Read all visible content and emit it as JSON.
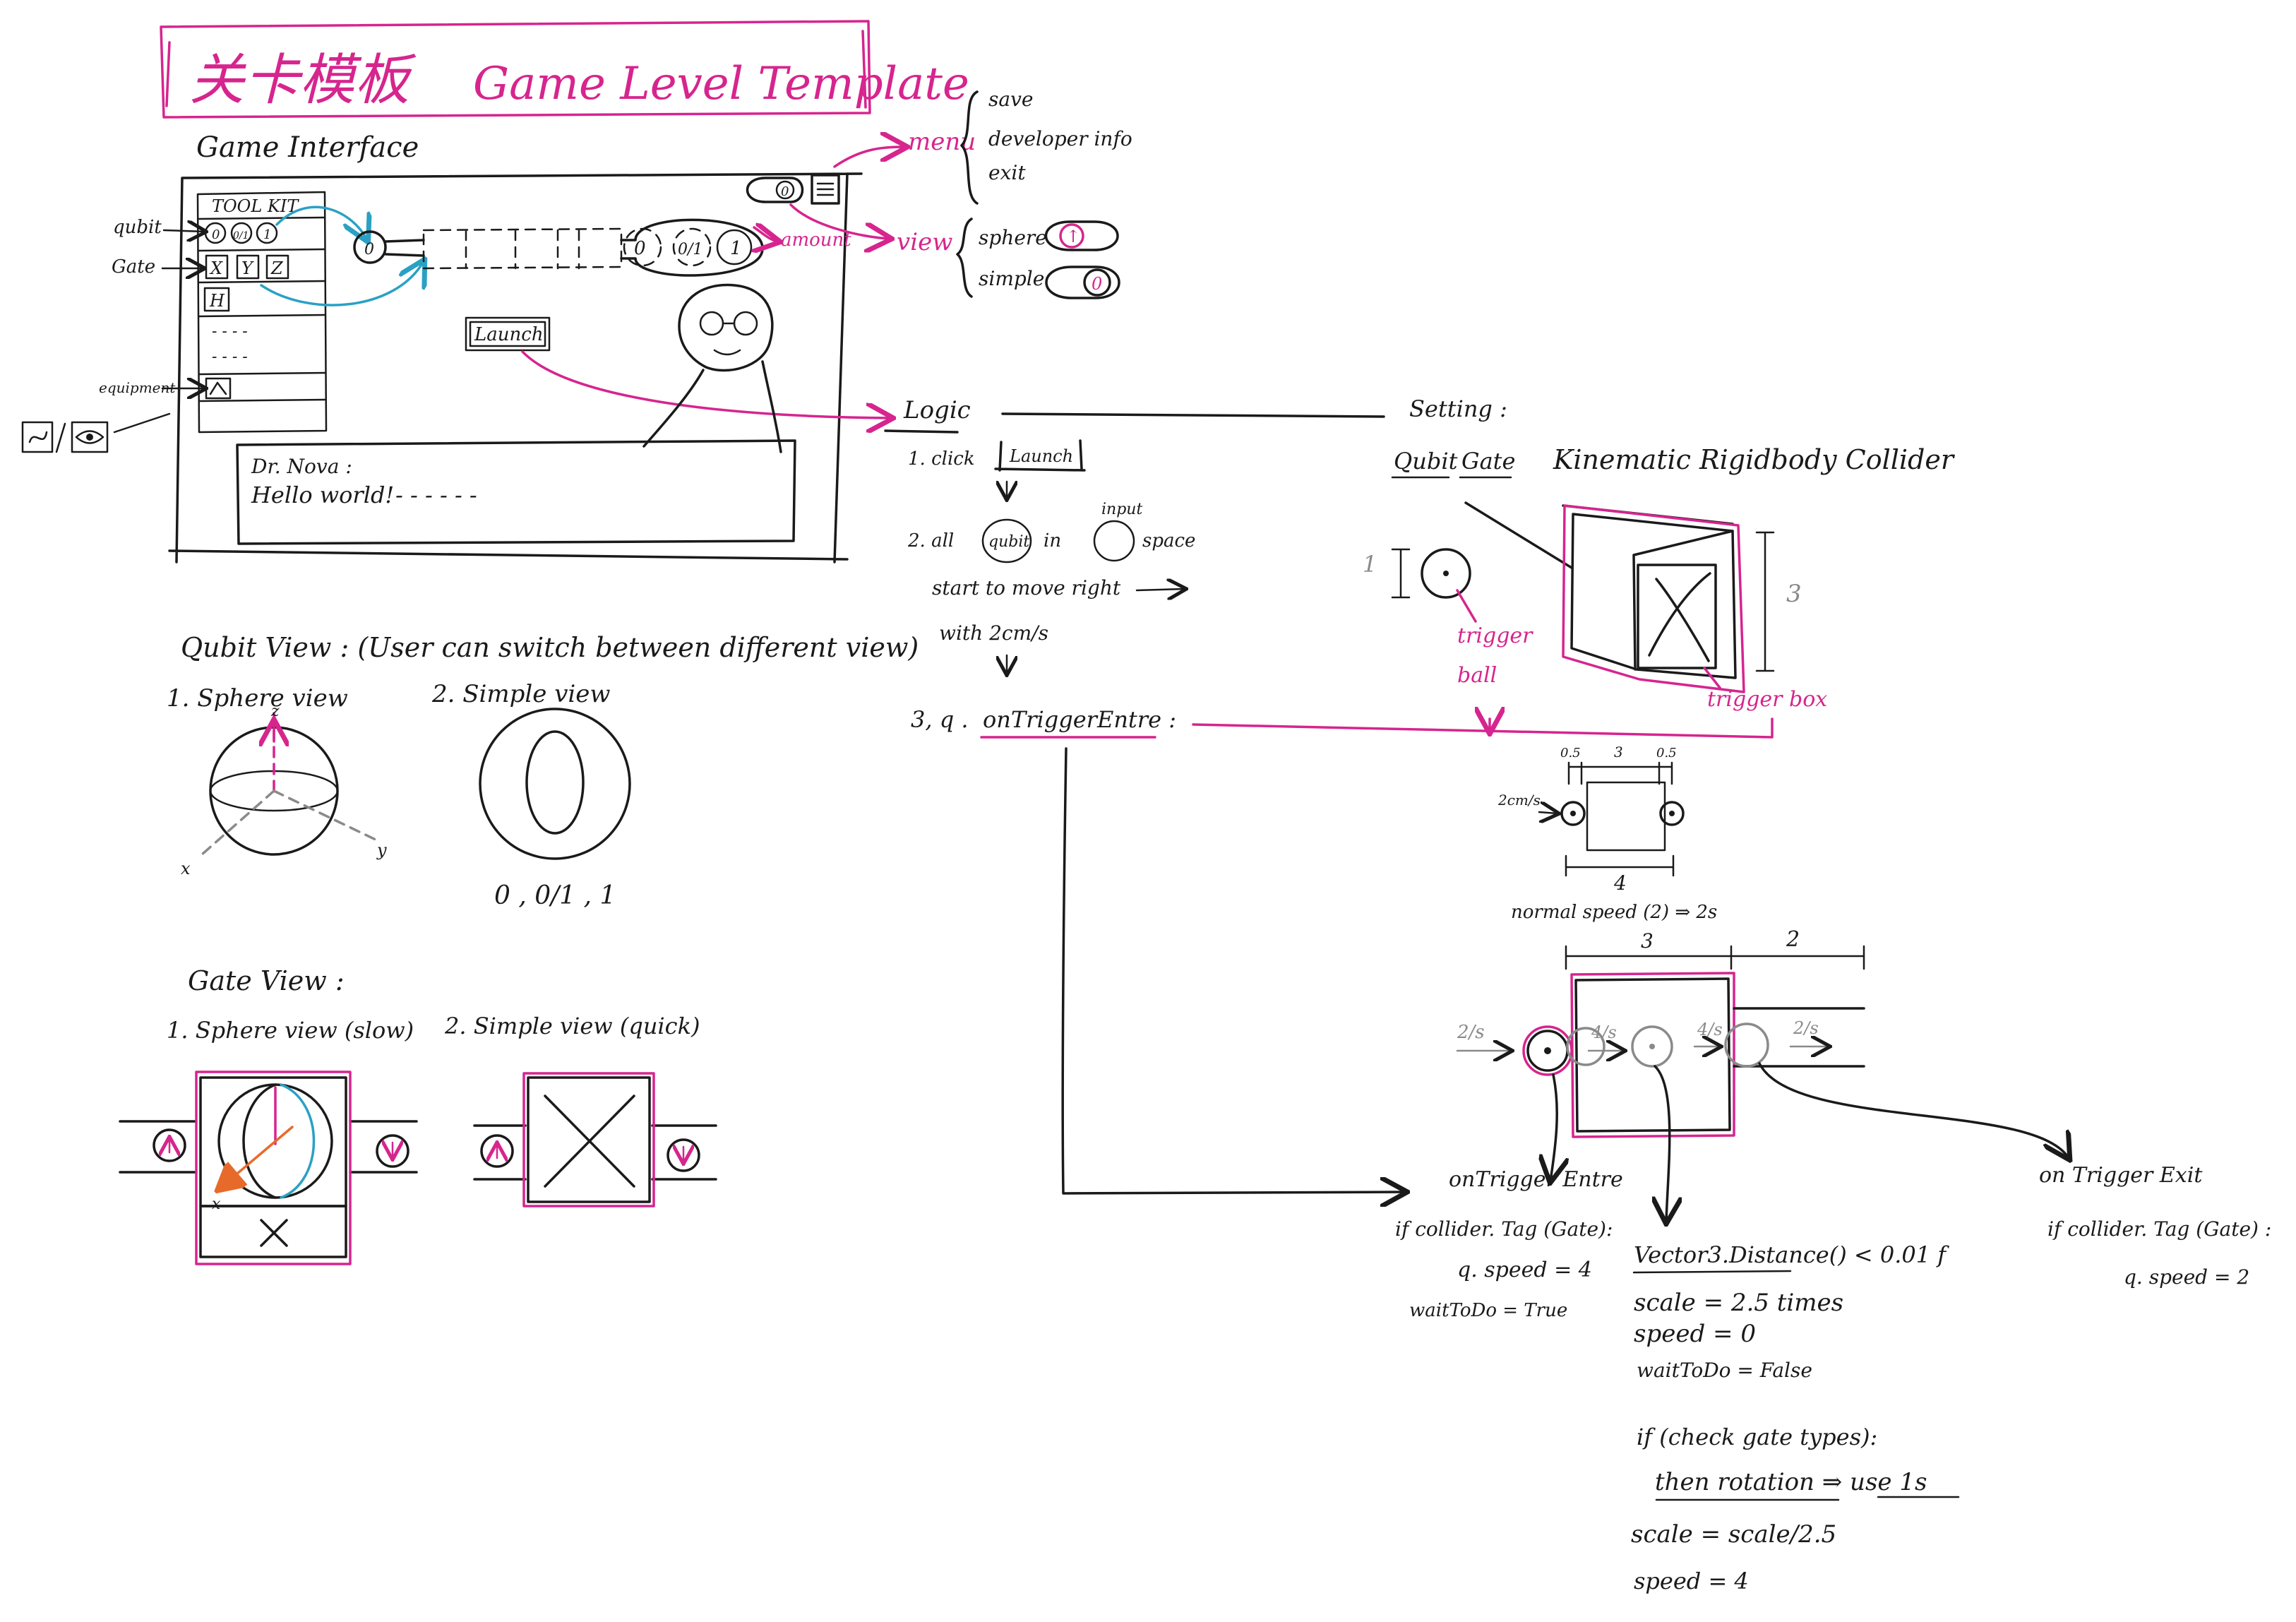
{
  "title": {
    "zh": "关卡模板",
    "en": "Game Level Template"
  },
  "interface": {
    "label": "Game Interface",
    "toolkit": "TOOL KIT",
    "qubit_side": "qubit",
    "gate_side": "Gate",
    "equipment_side": "equipment",
    "qubit_tokens": [
      "0",
      "0/1",
      "1"
    ],
    "gate_tokens": [
      "X",
      "Y",
      "Z"
    ],
    "gate_h": "H",
    "row_dash": "- - - -",
    "start_qubit": "0",
    "track_qubits": [
      "0",
      "0/1",
      "1"
    ],
    "amount": "amount",
    "launch": "Launch",
    "dialog_speaker": "Dr. Nova :",
    "dialog_text": "Hello world!",
    "dialog_dash": "- - - - - -"
  },
  "menu": {
    "label": "menu",
    "items": [
      "save",
      "developer info",
      "exit"
    ],
    "pause_glyph": "0"
  },
  "view": {
    "label": "view",
    "items": [
      "sphere",
      "simple"
    ],
    "toggle_glyphs": [
      "↑",
      "0"
    ]
  },
  "qubit_view": {
    "heading": "Qubit View : (User can switch between different view)",
    "item1": "1. Sphere view",
    "item2": "2. Simple view",
    "axes": [
      "z",
      "x",
      "y"
    ],
    "simple_glyph": "0",
    "states": "0 , 0/1 , 1"
  },
  "gate_view": {
    "heading": "Gate View :",
    "item1": "1. Sphere view (slow)",
    "item2": "2. Simple view (quick)",
    "axis_x": "x",
    "label_x": "X"
  },
  "logic": {
    "heading": "Logic",
    "step1_prefix": "1. click",
    "step1_button": "Launch",
    "step2_prefix": "2. all",
    "step2_qubit": "qubit",
    "step2_in": "in",
    "step2_input": "input",
    "step2_space": "space",
    "step2_line2": "start to move right",
    "step2_line3": "with 2cm/s",
    "step3_prefix": "3, q .",
    "step3_event": "onTriggerEntre :"
  },
  "setting": {
    "heading": "Setting :",
    "line_qubit": "Qubit",
    "line_gate": "Gate",
    "line_rest": "Kinematic Rigidbody Collider",
    "ball_size": "1",
    "box_size": "3",
    "trigger_ball": [
      "trigger",
      "ball"
    ],
    "trigger_box": "trigger box"
  },
  "geometry": {
    "top_dims": [
      "0.5",
      "3",
      "0.5"
    ],
    "speed_label": "2cm/s",
    "width_label": "4",
    "normal_speed": "normal speed (2)  ⇒  2s",
    "dims": [
      "3",
      "2"
    ],
    "speeds": [
      "2/s",
      "4/s",
      "4/s",
      "2/s"
    ]
  },
  "events": {
    "enter_title": "onTrigger Entre",
    "enter_lines": [
      "if collider. Tag (Gate):",
      "q. speed = 4",
      "waitToDo = True"
    ],
    "exit_title": "on Trigger Exit",
    "exit_lines": [
      "if collider. Tag (Gate) :",
      "q. speed = 2"
    ],
    "center_title": "Vector3.Distance() < 0.01 f",
    "center_lines": [
      "scale = 2.5 times",
      "speed = 0",
      "waitToDo = False"
    ],
    "type_lines": [
      "if (check gate types):",
      "then rotation ⇒ use 1s",
      "scale = scale/2.5",
      "speed = 4"
    ]
  },
  "colors": {
    "ink": "#1a1a1a",
    "accent": "#d6258e",
    "teal": "#2aa1c4",
    "orange": "#e86a2a",
    "grey": "#8a8a8a"
  }
}
